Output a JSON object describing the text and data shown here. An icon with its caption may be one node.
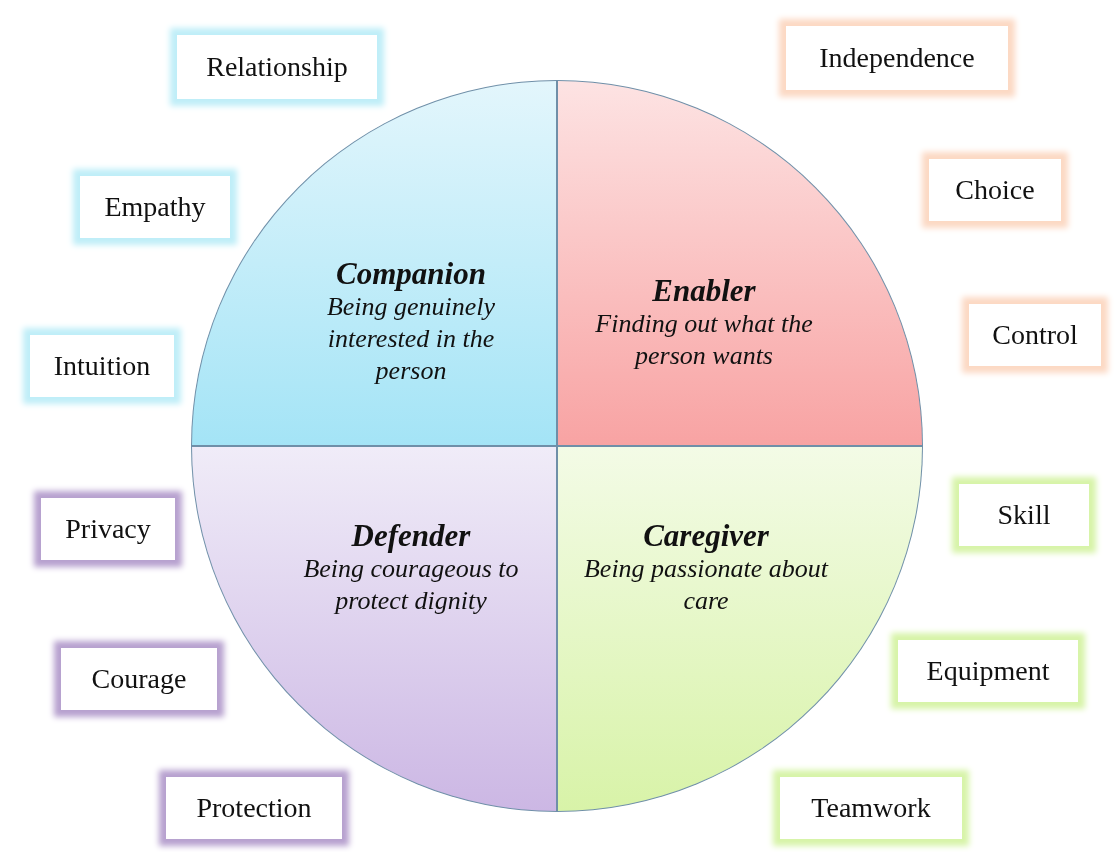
{
  "diagram": {
    "nodes": [
      {
        "text": [
          "Companion",
          "Being genuinely interested in the person"
        ]
      },
      {
        "text": [
          "Enabler",
          "Finding out what the person wants"
        ]
      },
      {
        "text": [
          "Defender",
          "Being courageous to protect dignity"
        ]
      },
      {
        "text": [
          "Caregiver",
          "Being passionate about care"
        ]
      },
      {
        "text": [
          "Relationship"
        ]
      },
      {
        "text": [
          "Independence"
        ]
      },
      {
        "text": [
          "Empathy"
        ]
      },
      {
        "text": [
          "Choice"
        ]
      },
      {
        "text": [
          "Intuition"
        ]
      },
      {
        "text": [
          "Control"
        ]
      },
      {
        "text": [
          "Privacy"
        ]
      },
      {
        "text": [
          "Skill"
        ]
      },
      {
        "text": [
          "Courage"
        ]
      },
      {
        "text": [
          "Equipment"
        ]
      },
      {
        "text": [
          "Protection"
        ]
      },
      {
        "text": [
          "Teamwork"
        ]
      }
    ]
  }
}
